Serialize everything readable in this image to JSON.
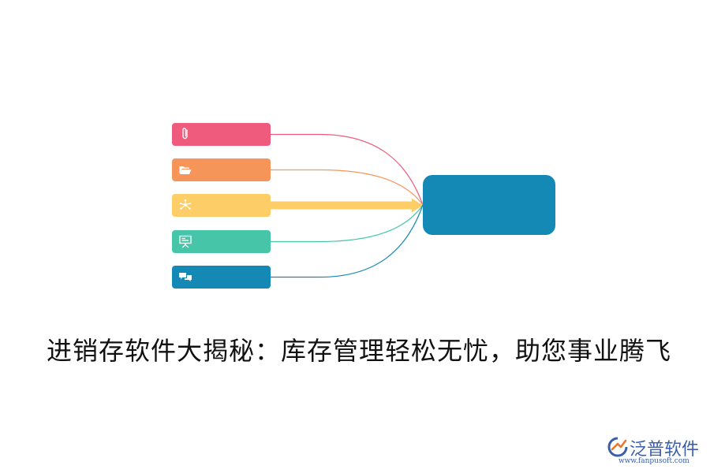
{
  "diagram": {
    "caption": "进销存软件大揭秘：库存管理轻松无忧，助您事业腾飞",
    "center": {
      "color": "#1589b5"
    },
    "nodes": [
      {
        "icon": "paperclip-icon",
        "color": "#ef5b7c"
      },
      {
        "icon": "folder-icon",
        "color": "#f6955a"
      },
      {
        "icon": "network-icon",
        "color": "#fdce68",
        "emphasized": true
      },
      {
        "icon": "presentation-board-icon",
        "color": "#46c5a9"
      },
      {
        "icon": "chat-bubbles-icon",
        "color": "#1589b5"
      }
    ]
  },
  "brand": {
    "name": "泛普软件",
    "url": "www.fanpusoft.com",
    "color": "#3a5fa8",
    "accent": "#e8772e"
  }
}
